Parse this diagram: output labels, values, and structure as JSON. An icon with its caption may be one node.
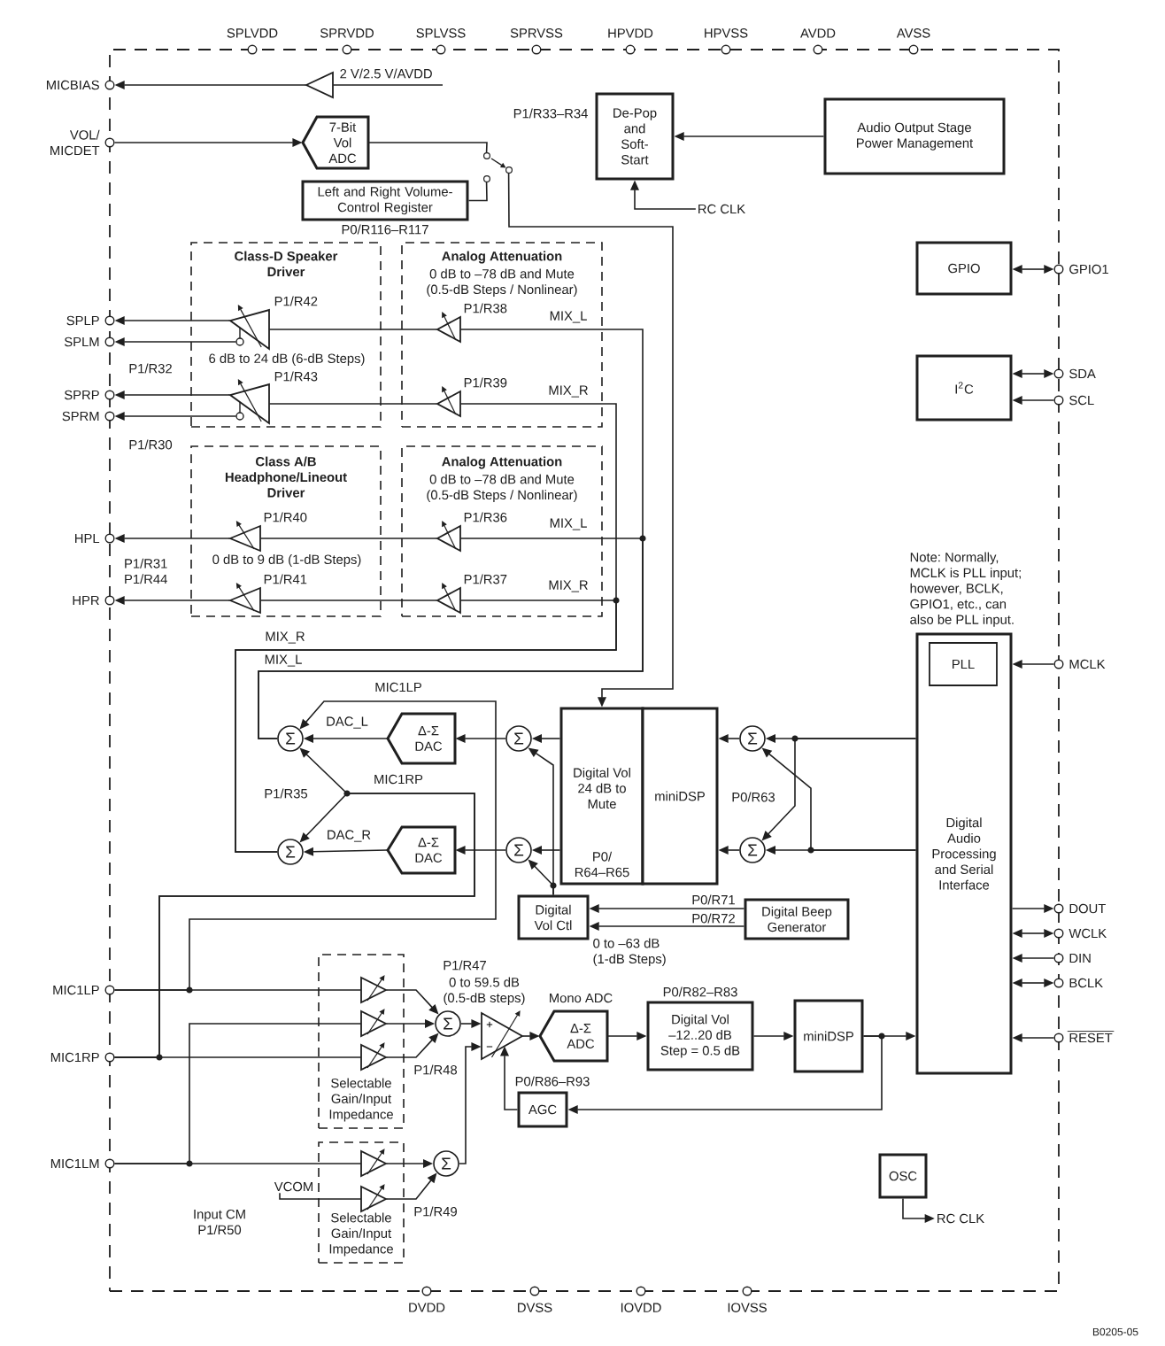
{
  "diagram": {
    "nodes": [
      {
        "text": [],
        "shape": "box"
      },
      {
        "text": [],
        "shape": "circle",
        "beside": [
          "SPLVDD"
        ]
      },
      {
        "text": [],
        "shape": "circle",
        "beside": [
          "SPRVDD"
        ]
      },
      {
        "text": [],
        "shape": "circle",
        "beside": [
          "SPLVSS"
        ]
      },
      {
        "text": [],
        "shape": "circle",
        "beside": [
          "SPRVSS"
        ]
      },
      {
        "text": [],
        "shape": "circle",
        "beside": [
          "HPVDD"
        ]
      },
      {
        "text": [],
        "shape": "circle",
        "beside": [
          "HPVSS"
        ]
      },
      {
        "text": [],
        "shape": "circle",
        "beside": [
          "AVDD"
        ]
      },
      {
        "text": [],
        "shape": "circle",
        "beside": [
          "AVSS"
        ]
      },
      {
        "text": [],
        "shape": "circle",
        "beside": [
          "MICBIAS"
        ]
      },
      {
        "text": [],
        "shape": "triangle",
        "beside": [
          "2 V/2.5 V/AVDD"
        ],
        "in": 0
      },
      {
        "text": [],
        "shape": "circle",
        "beside": [
          "VOL/ MICDET"
        ]
      },
      {
        "text": [
          "7-Bit Vol ADC"
        ],
        "in": 0
      },
      {
        "text": [
          "Left and Right Volume-Control Register"
        ],
        "beside": [
          "P0/R116–R117"
        ],
        "in": 0
      },
      {
        "text": [],
        "shape": "switch",
        "in": 0
      },
      {
        "text": [
          "De-Pop and Soft-Start"
        ],
        "beside": [
          "P1/R33–R34"
        ],
        "in": 0
      },
      {
        "text": [
          "Audio Output Stage Power Management"
        ],
        "in": 0
      },
      {
        "text": [
          "RC CLK"
        ],
        "in": 0
      },
      {
        "text": [
          "Class-D Speaker Driver",
          "6 dB to 24 dB (6-dB Steps)"
        ],
        "in": 0
      },
      {
        "text": [],
        "shape": "triangle",
        "beside": [
          "P1/R42"
        ],
        "in": 18
      },
      {
        "text": [],
        "shape": "triangle",
        "beside": [
          "P1/R43"
        ],
        "in": 18
      },
      {
        "text": [
          "Analog Attenuation",
          "0 dB to –78 dB and Mute (0.5-dB Steps / Nonlinear)"
        ],
        "in": 0
      },
      {
        "text": [],
        "shape": "triangle",
        "beside": [
          "P1/R38"
        ],
        "in": 21
      },
      {
        "text": [],
        "shape": "triangle",
        "beside": [
          "P1/R39"
        ],
        "in": 21
      },
      {
        "text": [
          "Class A/B Headphone/Lineout Driver",
          "0 dB to 9 dB (1-dB Steps)"
        ],
        "in": 0
      },
      {
        "text": [],
        "shape": "triangle",
        "beside": [
          "P1/R40"
        ],
        "in": 24
      },
      {
        "text": [],
        "shape": "triangle",
        "beside": [
          "P1/R41"
        ],
        "in": 24
      },
      {
        "text": [
          "Analog Attenuation",
          "0 dB to –78 dB and Mute (0.5-dB Steps / Nonlinear)"
        ],
        "in": 0
      },
      {
        "text": [],
        "shape": "triangle",
        "beside": [
          "P1/R36"
        ],
        "in": 27
      },
      {
        "text": [],
        "shape": "triangle",
        "beside": [
          "P1/R37"
        ],
        "in": 27
      },
      {
        "text": [],
        "shape": "circle",
        "beside": [
          "SPLP"
        ]
      },
      {
        "text": [],
        "shape": "circle",
        "beside": [
          "SPLM"
        ]
      },
      {
        "text": [],
        "shape": "circle",
        "beside": [
          "SPRP"
        ]
      },
      {
        "text": [],
        "shape": "circle",
        "beside": [
          "SPRM"
        ]
      },
      {
        "text": [],
        "shape": "circle",
        "beside": [
          "HPL"
        ]
      },
      {
        "text": [],
        "shape": "circle",
        "beside": [
          "HPR"
        ]
      },
      {
        "text": [
          "GPIO"
        ],
        "in": 0
      },
      {
        "text": [],
        "shape": "circle",
        "beside": [
          "GPIO1"
        ]
      },
      {
        "text": [
          "I$^{2}$C"
        ],
        "in": 0
      },
      {
        "text": [],
        "shape": "circle",
        "beside": [
          "SDA"
        ]
      },
      {
        "text": [],
        "shape": "circle",
        "beside": [
          "SCL"
        ]
      },
      {
        "text": [
          "Digital Audio Processing and Serial Interface"
        ],
        "in": 0
      },
      {
        "text": [
          "PLL"
        ],
        "in": 41
      },
      {
        "text": [],
        "shape": "circle",
        "beside": [
          "MCLK"
        ]
      },
      {
        "text": [
          "Σ"
        ],
        "in": 0
      },
      {
        "text": [
          "Δ-Σ DAC"
        ],
        "in": 0
      },
      {
        "text": [
          "Σ"
        ],
        "in": 0
      },
      {
        "text": [
          "Digital Vol 24 dB to Mute",
          "P0/ R64–R65"
        ],
        "in": 0
      },
      {
        "text": [
          "miniDSP"
        ],
        "in": 0
      },
      {
        "text": [
          "Σ"
        ],
        "in": 0
      },
      {
        "text": [
          "Σ"
        ],
        "in": 0
      },
      {
        "text": [
          "Δ-Σ DAC"
        ],
        "in": 0
      },
      {
        "text": [
          "Σ"
        ],
        "in": 0
      },
      {
        "text": [
          "Σ"
        ],
        "in": 0
      },
      {
        "text": [
          "Digital Vol Ctl"
        ],
        "beside": [
          "0 to –63 dB (1-dB Steps)"
        ],
        "in": 0
      },
      {
        "text": [
          "Digital Beep Generator"
        ],
        "in": 0
      },
      {
        "text": [],
        "shape": "circle",
        "beside": [
          "DOUT"
        ]
      },
      {
        "text": [],
        "shape": "circle",
        "beside": [
          "WCLK"
        ]
      },
      {
        "text": [],
        "shape": "circle",
        "beside": [
          "DIN"
        ]
      },
      {
        "text": [],
        "shape": "circle",
        "beside": [
          "BCLK"
        ]
      },
      {
        "text": [],
        "shape": "circle",
        "beside": [
          "RESET"
        ]
      },
      {
        "text": [],
        "shape": "circle",
        "beside": [
          "MIC1LP"
        ]
      },
      {
        "text": [],
        "shape": "circle",
        "beside": [
          "MIC1RP"
        ]
      },
      {
        "text": [],
        "shape": "circle",
        "beside": [
          "MIC1LM"
        ]
      },
      {
        "text": [
          "Selectable Gain/Input Impedance"
        ],
        "in": 0
      },
      {
        "text": [],
        "shape": "triangle",
        "in": 64
      },
      {
        "text": [],
        "shape": "triangle",
        "in": 64
      },
      {
        "text": [],
        "shape": "triangle",
        "in": 64
      },
      {
        "text": [
          "Σ"
        ],
        "in": 0
      },
      {
        "text": [],
        "shape": "triangle",
        "beside": [
          "P1/R47",
          "0 to 59.5 dB (0.5-dB steps)"
        ],
        "in": 0
      },
      {
        "text": [
          "Δ-Σ ADC"
        ],
        "beside": [
          "Mono ADC"
        ],
        "in": 0
      },
      {
        "text": [
          "Digital Vol –12..20 dB Step = 0.5 dB"
        ],
        "beside": [
          "P0/R82–R83"
        ],
        "in": 0
      },
      {
        "text": [
          "miniDSP"
        ],
        "in": 0
      },
      {
        "text": [
          "AGC"
        ],
        "beside": [
          "P0/R86–R93"
        ],
        "in": 0
      },
      {
        "text": [
          "VCOM"
        ],
        "in": 0
      },
      {
        "text": [
          "Selectable Gain/Input Impedance"
        ],
        "in": 0
      },
      {
        "text": [],
        "shape": "triangle",
        "in": 75
      },
      {
        "text": [],
        "shape": "triangle",
        "in": 75
      },
      {
        "text": [
          "Σ"
        ],
        "in": 0
      },
      {
        "text": [
          "OSC"
        ],
        "in": 0
      },
      {
        "text": [
          "RC CLK"
        ],
        "in": 0
      },
      {
        "text": [],
        "shape": "circle",
        "beside": [
          "DVDD"
        ]
      },
      {
        "text": [],
        "shape": "circle",
        "beside": [
          "DVSS"
        ]
      },
      {
        "text": [],
        "shape": "circle",
        "beside": [
          "IOVDD"
        ]
      },
      {
        "text": [],
        "shape": "circle",
        "beside": [
          "IOVSS"
        ]
      }
    ],
    "edges": [
      {
        "from": 10,
        "to": 9,
        "arrow": "to"
      },
      {
        "from": null,
        "to": 10,
        "arrow": "none"
      },
      {
        "from": 11,
        "to": 12,
        "arrow": "to"
      },
      {
        "from": 12,
        "to": 14,
        "arrow": "none"
      },
      {
        "from": 13,
        "to": 14,
        "arrow": "none"
      },
      {
        "from": 14,
        "to": 47,
        "arrow": "to"
      },
      {
        "from": 16,
        "to": 15,
        "arrow": "to"
      },
      {
        "from": 17,
        "to": 15,
        "arrow": "to"
      },
      {
        "from": 22,
        "to": 19,
        "arrow": "none"
      },
      {
        "from": 23,
        "to": 20,
        "arrow": "none"
      },
      {
        "from": 28,
        "to": 25,
        "arrow": "none"
      },
      {
        "from": 29,
        "to": 26,
        "arrow": "none"
      },
      {
        "from": 19,
        "to": 30,
        "arrow": "to"
      },
      {
        "from": 19,
        "to": 31,
        "arrow": "to"
      },
      {
        "from": 20,
        "to": 32,
        "arrow": "to"
      },
      {
        "from": 20,
        "to": 33,
        "arrow": "to"
      },
      {
        "from": 25,
        "to": 34,
        "arrow": "to"
      },
      {
        "from": 26,
        "to": 35,
        "arrow": "to"
      },
      {
        "from": 44,
        "to": 22,
        "arrow": "none",
        "label": "MIX_L"
      },
      {
        "from": 44,
        "to": 28,
        "arrow": "none",
        "label": "MIX_L"
      },
      {
        "from": 50,
        "to": 23,
        "arrow": "none",
        "label": "MIX_R"
      },
      {
        "from": 50,
        "to": 29,
        "arrow": "none",
        "label": "MIX_R"
      },
      {
        "from": 36,
        "to": 37,
        "arrow": "both"
      },
      {
        "from": 38,
        "to": 39,
        "arrow": "both"
      },
      {
        "from": 40,
        "to": 38,
        "arrow": "to"
      },
      {
        "from": 43,
        "to": 41,
        "arrow": "to"
      },
      {
        "from": 41,
        "to": 56,
        "arrow": "to"
      },
      {
        "from": 41,
        "to": 57,
        "arrow": "both"
      },
      {
        "from": 58,
        "to": 41,
        "arrow": "to"
      },
      {
        "from": 41,
        "to": 59,
        "arrow": "both"
      },
      {
        "from": 60,
        "to": 41,
        "arrow": "to"
      },
      {
        "from": 41,
        "to": 49,
        "arrow": "to"
      },
      {
        "from": 41,
        "to": 53,
        "arrow": "to"
      },
      {
        "from": 41,
        "to": 53,
        "arrow": "to"
      },
      {
        "from": 41,
        "to": 49,
        "arrow": "to"
      },
      {
        "from": 49,
        "to": 48,
        "arrow": "to"
      },
      {
        "from": 53,
        "to": 48,
        "arrow": "to"
      },
      {
        "from": 47,
        "to": 46,
        "arrow": "to"
      },
      {
        "from": 47,
        "to": 52,
        "arrow": "to"
      },
      {
        "from": 46,
        "to": 45,
        "arrow": "to"
      },
      {
        "from": 52,
        "to": 51,
        "arrow": "to"
      },
      {
        "from": 45,
        "to": 44,
        "arrow": "to",
        "label": "DAC_L"
      },
      {
        "from": 51,
        "to": 50,
        "arrow": "to",
        "label": "DAC_R"
      },
      {
        "from": 54,
        "to": 46,
        "arrow": "to"
      },
      {
        "from": 54,
        "to": 52,
        "arrow": "to"
      },
      {
        "from": 55,
        "to": 54,
        "arrow": "to",
        "label": "P0/R71"
      },
      {
        "from": 55,
        "to": 54,
        "arrow": "to",
        "label": "P0/R72"
      },
      {
        "from": 61,
        "to": 44,
        "arrow": "to",
        "label": "MIC1LP"
      },
      {
        "from": 62,
        "to": 44,
        "arrow": "to",
        "label": "MIC1RP"
      },
      {
        "from": 62,
        "to": 50,
        "arrow": "to"
      },
      {
        "from": 61,
        "to": 65,
        "arrow": "none"
      },
      {
        "from": 63,
        "to": 66,
        "arrow": "none"
      },
      {
        "from": 62,
        "to": 67,
        "arrow": "none"
      },
      {
        "from": 63,
        "to": 76,
        "arrow": "none"
      },
      {
        "from": 74,
        "to": 77,
        "arrow": "none"
      },
      {
        "from": 65,
        "to": 68,
        "arrow": "to"
      },
      {
        "from": 66,
        "to": 68,
        "arrow": "to"
      },
      {
        "from": 67,
        "to": 68,
        "arrow": "to"
      },
      {
        "from": 76,
        "to": 78,
        "arrow": "to"
      },
      {
        "from": 77,
        "to": 78,
        "arrow": "to"
      },
      {
        "from": 68,
        "to": 69,
        "arrow": "to"
      },
      {
        "from": 78,
        "to": 69,
        "arrow": "to"
      },
      {
        "from": 69,
        "to": 70,
        "arrow": "to"
      },
      {
        "from": 70,
        "to": 71,
        "arrow": "to"
      },
      {
        "from": 71,
        "to": 72,
        "arrow": "to"
      },
      {
        "from": 72,
        "to": 41,
        "arrow": "to"
      },
      {
        "from": 72,
        "to": 73,
        "arrow": "to"
      },
      {
        "from": 73,
        "to": 69,
        "arrow": "to"
      },
      {
        "from": 79,
        "to": 80,
        "arrow": "to"
      }
    ],
    "labels": [
      "P1/R32",
      "P1/R30",
      "P1/R31 P1/R44",
      "MIX_R",
      "MIX_L",
      "P1/R35",
      "P0/R63",
      "Note: Normally, MCLK is PLL input; however, BCLK, GPIO1, etc., can also be PLL input.",
      "P1/R48",
      "P1/R49",
      "Input CM P1/R50",
      "B0205-05"
    ]
  }
}
